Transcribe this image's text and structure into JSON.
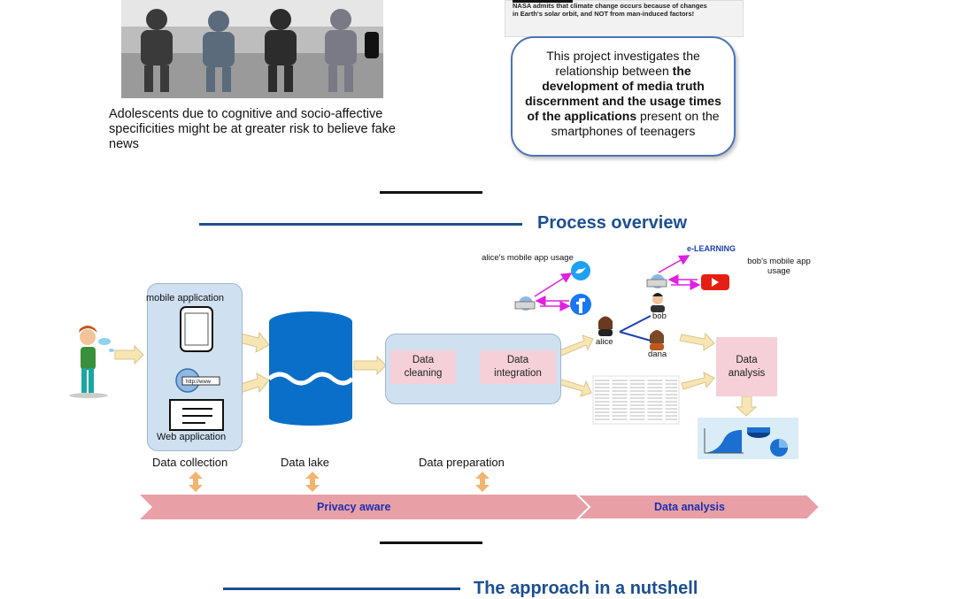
{
  "top_left": {
    "photo_icon": "teenagers-with-smartphones-photo",
    "caption": "Adolescents due to cognitive and socio-affective specificities might be at greater risk to believe fake news"
  },
  "top_right": {
    "news_line1": "NASA admits that climate change occurs because of changes",
    "news_line2": "in Earth's solar orbit, and NOT from man-induced factors!",
    "bubble": {
      "part1": "This project investigates the relationship between ",
      "bold": "the development of media truth discernment and the usage times of the applications",
      "part2": " present on the smartphones of teenagers"
    }
  },
  "process": {
    "title": "Process overview",
    "mobile_application": "mobile application",
    "web_application": "Web application",
    "data_cleaning": "Data cleaning",
    "data_integration": "Data integration",
    "data_analysis": "Data analysis",
    "alice_usage": "alice's mobile app usage",
    "bob_usage": "bob's mobile app usage",
    "elearning": "e-LEARNING",
    "users": [
      "alice",
      "bob",
      "dana"
    ],
    "stages": [
      "Data collection",
      "Data lake",
      "Data preparation"
    ],
    "banner": [
      "Privacy aware",
      "Data analysis"
    ],
    "colors": {
      "blue": "#1c4f91",
      "pink_box": "#f5d0d8",
      "panel": "#cfe0f0",
      "banner": "#e8a0a6",
      "arrow": "#f7e6b4"
    }
  },
  "approach": {
    "title": "The approach in a nutshell"
  }
}
